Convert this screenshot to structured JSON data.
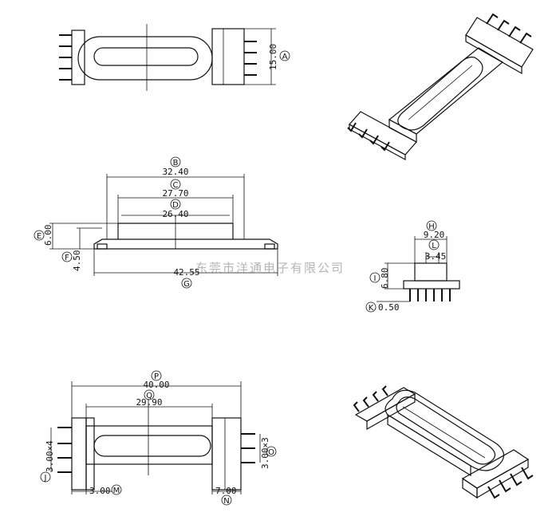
{
  "watermark": "东莞市洋通电子有限公司",
  "top_view": {
    "dim_height": "15.00",
    "label": "A"
  },
  "side_view": {
    "dims": [
      {
        "label": "B",
        "value": "32.40"
      },
      {
        "label": "C",
        "value": "27.70"
      },
      {
        "label": "D",
        "value": "26.40"
      },
      {
        "label": "E",
        "value": "6.00"
      },
      {
        "label": "F",
        "value": "4.50"
      },
      {
        "label": "G",
        "value": "42.55"
      }
    ]
  },
  "end_view": {
    "dims": [
      {
        "label": "H",
        "value": "9.20"
      },
      {
        "label": "L",
        "value": "3.45"
      },
      {
        "label": "I",
        "value": "6.80"
      },
      {
        "label": "K",
        "value": "0.50"
      }
    ]
  },
  "bottom_view": {
    "dims": [
      {
        "label": "P",
        "value": "40.00"
      },
      {
        "label": "Q",
        "value": "29.90"
      },
      {
        "label": "J",
        "value": "3.00×4"
      },
      {
        "label": "O",
        "value": "3.00×3"
      },
      {
        "label": "M",
        "value": "3.00"
      },
      {
        "label": "N",
        "value": "7.00"
      }
    ]
  }
}
